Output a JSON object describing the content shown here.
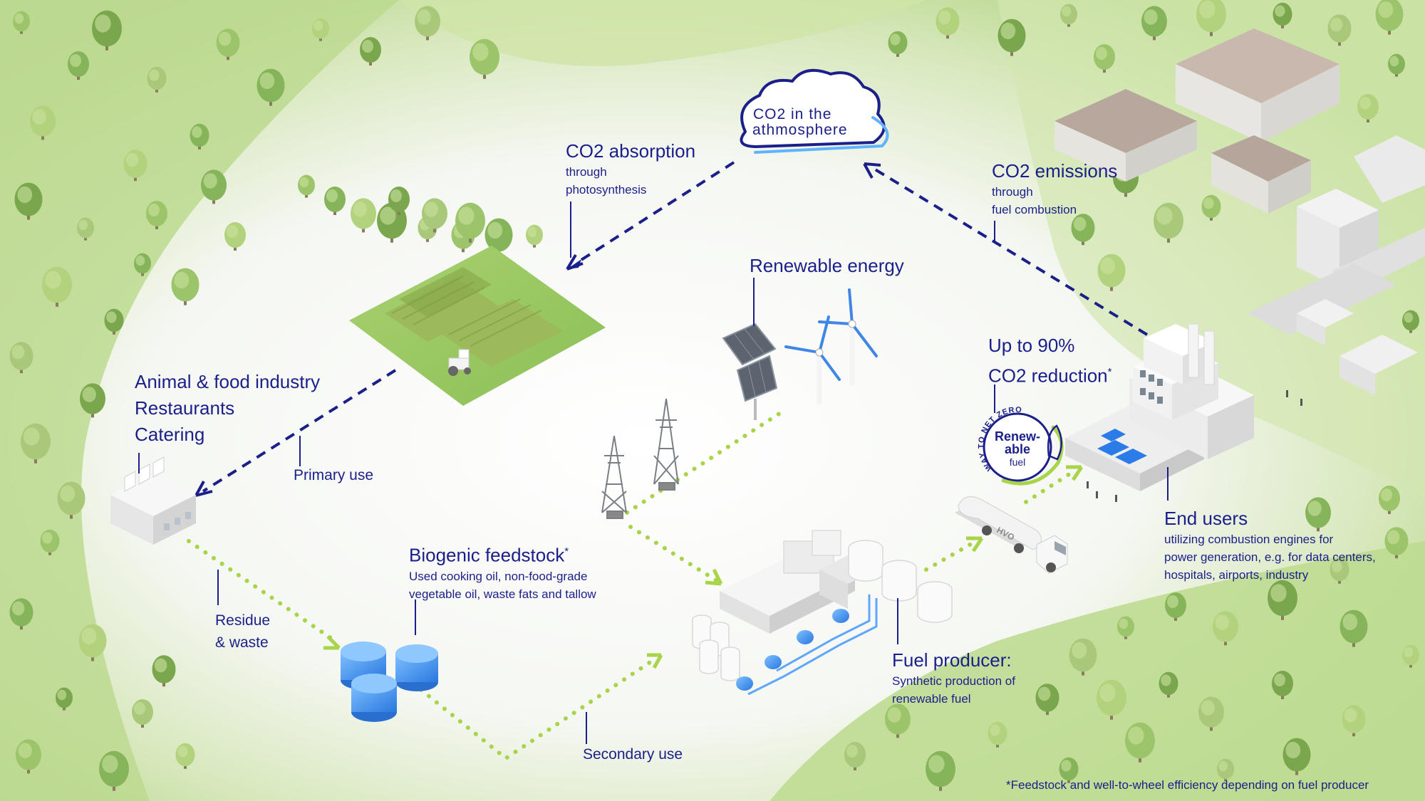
{
  "colors": {
    "text": "#1b1f8a",
    "dashed_arrow": "#1b1f8a",
    "dotted_path": "#a8d44a",
    "grass": "#a9cf6e",
    "background": "#f3f6ee",
    "tank": "#3b8be8"
  },
  "cloud": {
    "line1": "CO2 in the",
    "line2": "athmosphere"
  },
  "co2_absorption": {
    "title": "CO2 absorption",
    "sub1": "through",
    "sub2": "photosynthesis"
  },
  "co2_emissions": {
    "title": "CO2 emissions",
    "sub1": "through",
    "sub2": "fuel combustion"
  },
  "renewable_energy": {
    "title": "Renewable energy"
  },
  "industry": {
    "line1": "Animal & food industry",
    "line2": "Restaurants",
    "line3": "Catering"
  },
  "primary_use": "Primary use",
  "residue": {
    "line1": "Residue",
    "line2": "& waste"
  },
  "feedstock": {
    "title": "Biogenic feedstock",
    "asterisk": "*",
    "sub1": "Used cooking oil, non-food-grade",
    "sub2": "vegetable oil, waste fats and tallow"
  },
  "secondary_use": "Secondary use",
  "fuel_producer": {
    "title": "Fuel producer:",
    "sub1": "Synthetic production of",
    "sub2": "renewable fuel"
  },
  "reduction": {
    "line1": "Up to 90%",
    "line2": "CO2 reduction",
    "asterisk": "*"
  },
  "badge": {
    "ring_text": "WAY TO NET ZERO",
    "line1": "Renew-",
    "line2": "able",
    "line3": "fuel"
  },
  "truck": {
    "label": "HVO"
  },
  "end_users": {
    "title": "End users",
    "sub1": "utilizing combustion engines for",
    "sub2": "power generation, e.g. for data centers,",
    "sub3": "hospitals, airports, industry"
  },
  "footnote": "*Feedstock and well-to-wheel efficiency depending on fuel producer",
  "icons": [
    "cloud-icon",
    "solar-panel-icon",
    "wind-turbine-icon",
    "power-pylon-icon",
    "tractor-icon",
    "factory-icon",
    "storage-tank-icon",
    "refinery-icon",
    "tanker-truck-icon",
    "power-plant-icon",
    "leaf-icon",
    "tree-icon"
  ]
}
